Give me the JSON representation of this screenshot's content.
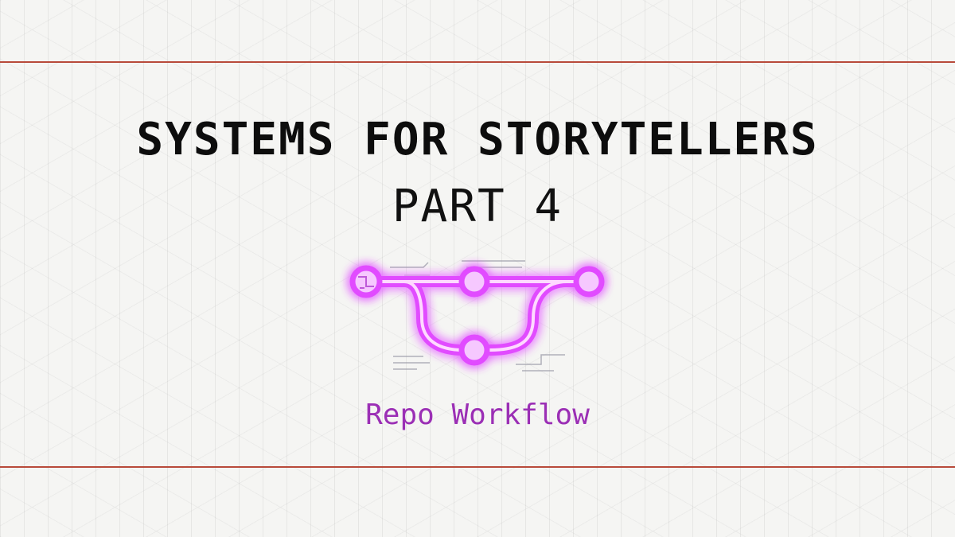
{
  "title": "SYSTEMS FOR STORYTELLERS",
  "subtitle": "PART 4",
  "caption": "Repo Workflow",
  "logo_icon": "git-branch-icon",
  "colors": {
    "accent": "#9b2fb5",
    "glow": "#e14cff",
    "rule": "#b84a3a",
    "title": "#0d0d0d"
  }
}
